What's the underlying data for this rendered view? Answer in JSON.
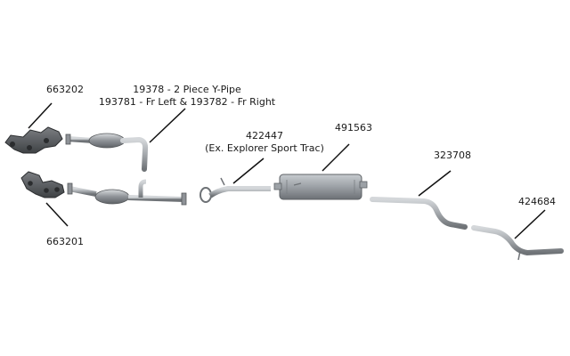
{
  "parts": [
    {
      "id": "exhaust-manifold-upper",
      "part_number": "663202"
    },
    {
      "id": "exhaust-manifold-lower",
      "part_number": "663201"
    },
    {
      "id": "y-pipe",
      "part_number": "19378 - 2 Piece Y-Pipe",
      "detail": "193781 - Fr Left  & 193782 - Fr Right"
    },
    {
      "id": "intermediate-pipe",
      "part_number": "422447",
      "detail": "(Ex. Explorer Sport Trac)"
    },
    {
      "id": "muffler",
      "part_number": "491563"
    },
    {
      "id": "tailpipe",
      "part_number": "323708"
    },
    {
      "id": "tail-extension",
      "part_number": "424684"
    }
  ],
  "colors": {
    "pipe": "#a9adb1",
    "pipe_dark": "#6e7276",
    "manifold": "#5a5d61",
    "muffler": "#9ca1a6",
    "leader": "#111111",
    "text": "#1a1a1a"
  }
}
